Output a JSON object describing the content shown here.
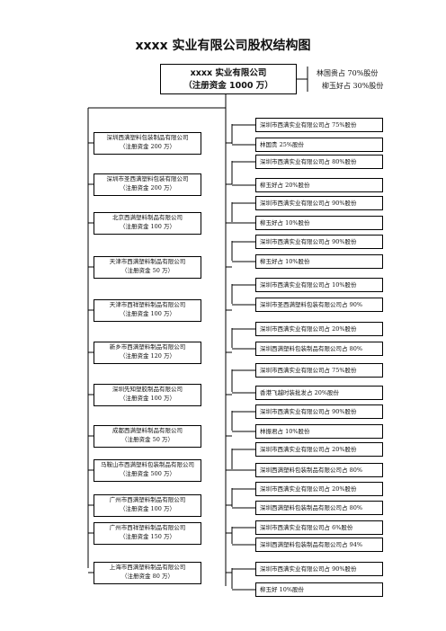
{
  "title": "xxxx 实业有限公司股权结构图",
  "parent": {
    "name": "xxxx 实业有限公司",
    "capital": "（注册资金 1000 万）",
    "owners": [
      "林国贵占 70%股份",
      "柳玉好占 30%股份"
    ]
  },
  "companies": [
    {
      "name": "深圳西满塑料包装制品有限公司",
      "capital": "（注册资金 200 万）",
      "shareholders": [
        "深圳市西满实业有限公司占 75%股份",
        "林国贵 25%股份"
      ]
    },
    {
      "name": "深圳市圣西满塑料包装有限公司",
      "capital": "（注册资金 200 万）",
      "shareholders": [
        "深圳市西满实业有限公司占 80%股份",
        "柳玉好占 20%股份"
      ]
    },
    {
      "name": "北京西满塑料制品有限公司",
      "capital": "（注册资金 100 万）",
      "shareholders": [
        "深圳市西满实业有限公司占 90%股份",
        "柳玉好占 10%股份"
      ]
    },
    {
      "name": "天津市西满塑料制品有限公司",
      "capital": "（注册资金 50 万）",
      "shareholders": [
        "深圳市西满实业有限公司占 90%股份",
        "柳玉好占 10%股份"
      ]
    },
    {
      "name": "天津市西祥塑料制品有限公司",
      "capital": "（注册资金 100 万）",
      "shareholders": [
        "深圳市西满实业有限公司占 10%股份",
        "深圳市圣西满塑料包装有限公司占 90%"
      ]
    },
    {
      "name": "新乡市西满塑料制品有限公司",
      "capital": "（注册资金 120 万）",
      "shareholders": [
        "深圳市西满实业有限公司占 20%股份",
        "深圳西满塑料包装制品有限公司占 80%"
      ]
    },
    {
      "name": "深圳先知塑胶制品有限公司",
      "capital": "（注册资金 100 万）",
      "shareholders": [
        "深圳市西满实业有限公司占 75%股份",
        "香港飞越时装批发占 20%股份"
      ]
    },
    {
      "name": "成都西满塑料制品有限公司",
      "capital": "（注册资金 50 万）",
      "shareholders": [
        "深圳市西满实业有限公司占 90%股份",
        "林振君占 10%股份"
      ]
    },
    {
      "name": "马鞍山市西满塑料包装制品有限公司（注册资金 500 万）",
      "capital": "",
      "shareholders": [
        "深圳市西满实业有限公司占 20%股份",
        "深圳西满塑料包装制品有限公司占 80%"
      ]
    },
    {
      "name": "广州市西满塑料制品有限公司",
      "capital": "（注册资金 100 万）",
      "shareholders": [
        "深圳市西满实业有限公司占 20%股份",
        "深圳西满塑料包装制品有限公司占 80%"
      ]
    },
    {
      "name": "广州市西祥塑料制品有限公司",
      "capital": "（注册资金 150 万）",
      "shareholders": [
        "深圳市西满实业有限公司占 6%股份",
        "深圳西满塑料包装制品有限公司占 94%"
      ]
    },
    {
      "name": "上海市西满塑料制品有限公司",
      "capital": "（注册资金 80 万）",
      "shareholders": [
        "深圳市西满实业有限公司占 90%股份",
        "柳玉好 10%股份"
      ]
    }
  ]
}
